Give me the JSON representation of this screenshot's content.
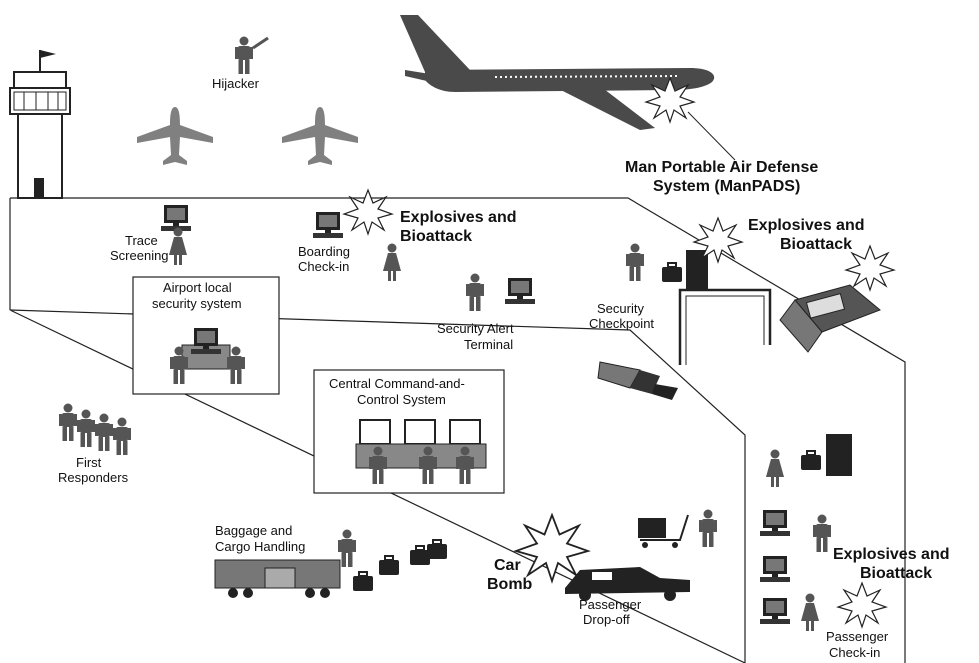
{
  "labels": {
    "hijacker": "Hijacker",
    "manpads_line1": "Man Portable Air Defense",
    "manpads_line2": "System (ManPADS)",
    "trace_line1": "Trace",
    "trace_line2": "Screening",
    "boarding_line1": "Boarding",
    "boarding_line2": "Check-in",
    "explosives1_line1": "Explosives and",
    "explosives1_line2": "Bioattack",
    "explosives2_line1": "Explosives and",
    "explosives2_line2": "Bioattack",
    "explosives3_line1": "Explosives and",
    "explosives3_line2": "Bioattack",
    "airport_line1": "Airport local",
    "airport_line2": "security system",
    "security_cp_line1": "Security",
    "security_cp_line2": "Checkpoint",
    "alert_line1": "Security Alert",
    "alert_line2": "Terminal",
    "central_line1": "Central Command-and-",
    "central_line2": "Control System",
    "first_line1": "First",
    "first_line2": "Responders",
    "baggage_line1": "Baggage and",
    "baggage_line2": "Cargo Handling",
    "carbomb_line1": "Car",
    "carbomb_line2": "Bomb",
    "dropoff_line1": "Passenger",
    "dropoff_line2": "Drop-off",
    "checkin_line1": "Passenger",
    "checkin_line2": "Check-in"
  },
  "colors": {
    "plane_dark": "#4a4a4a",
    "plane_grey": "#808080",
    "person": "#555555",
    "line": "#222222"
  }
}
